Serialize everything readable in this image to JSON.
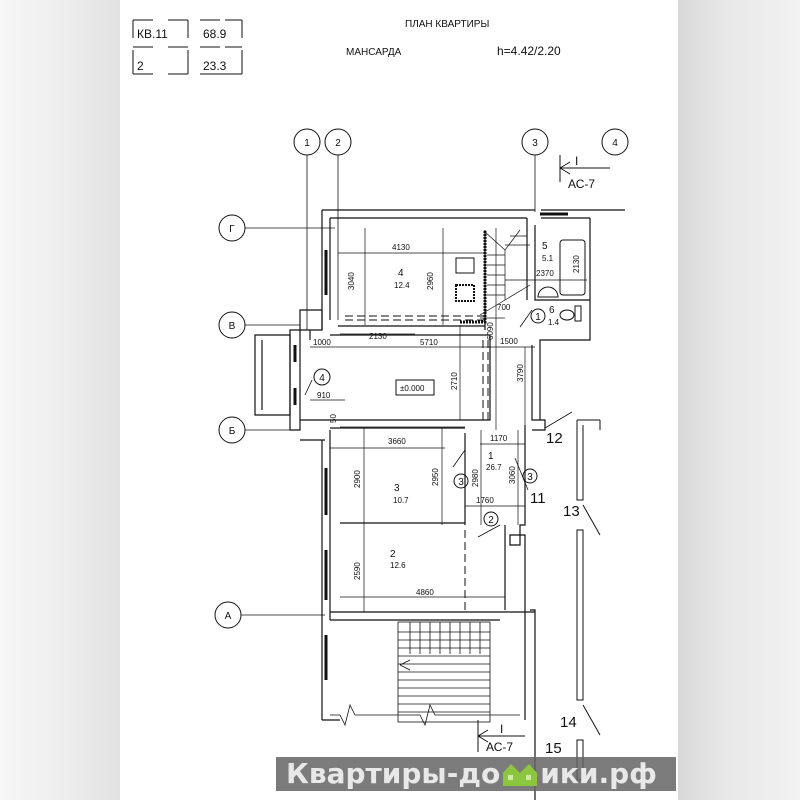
{
  "title_block": {
    "apartment": "КВ.11",
    "total_area": "68.9",
    "rooms": "2",
    "living_area": "23.3"
  },
  "header": {
    "title": "ПЛАН КВАРТИРЫ",
    "floor": "МАНСАРДА",
    "height": "h=4.42/2.20"
  },
  "axes": {
    "vertical": [
      "1",
      "2",
      "3",
      "4"
    ],
    "horizontal": [
      "Г",
      "В",
      "Б",
      "А"
    ]
  },
  "section_marks": [
    {
      "label": "I",
      "sheet": "АС-7"
    },
    {
      "label": "I",
      "sheet": "АС-7"
    }
  ],
  "rooms": [
    {
      "number": "4",
      "area": "12.4"
    },
    {
      "number": "5",
      "area": "5.1"
    },
    {
      "number": "6",
      "area": "1.4"
    },
    {
      "number": "3",
      "area": "10.7"
    },
    {
      "number": "1",
      "area": "26.7"
    },
    {
      "number": "2",
      "area": "12.6"
    }
  ],
  "level_mark": "±0.000",
  "dimensions": {
    "d4130": "4130",
    "d3040": "3040",
    "d2960": "2960",
    "d2370": "2370",
    "d2130v": "2130",
    "d700": "700",
    "d6090": "6090",
    "d2130": "2130",
    "d1000": "1000",
    "d5710": "5710",
    "d1500": "1500",
    "d3790": "3790",
    "d2710": "2710",
    "d910": "910",
    "d50": "50",
    "d3660": "3660",
    "d1170": "1170",
    "d2900": "2900",
    "d2950": "2950",
    "d2980": "2980",
    "d3060": "3060",
    "d1760": "1760",
    "d2590": "2590",
    "d4860": "4860"
  },
  "door_marks": [
    "4",
    "3",
    "2",
    "1",
    "3"
  ],
  "neighbor_labels": [
    "12",
    "11",
    "13",
    "14",
    "15"
  ],
  "watermark": {
    "text_before": "Квартиры-до",
    "text_after": "ики.рф",
    "logo_color": "#8cc63f"
  }
}
